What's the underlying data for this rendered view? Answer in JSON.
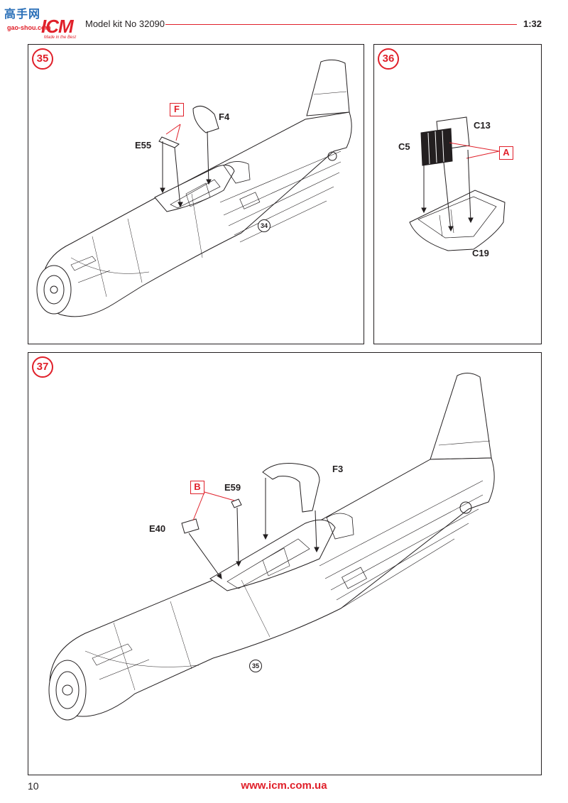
{
  "header": {
    "logo": {
      "watermark": "高手网",
      "brand": "ICM",
      "site": "gao-shou.com",
      "tagline": "Made in the Best"
    },
    "title": "Model kit No 32090",
    "scale": "1:32"
  },
  "steps": [
    {
      "number": "35",
      "parts": [
        "F4",
        "E55"
      ],
      "sprue": "F",
      "reference": "34"
    },
    {
      "number": "36",
      "parts": [
        "C13",
        "C5",
        "C19"
      ],
      "sprue": "A"
    },
    {
      "number": "37",
      "parts": [
        "F3",
        "E59",
        "E40"
      ],
      "sprue": "B",
      "reference": "35"
    }
  ],
  "footer": {
    "page_number": "10",
    "url": "www.icm.com.ua"
  },
  "colors": {
    "accent_red": "#e0202a",
    "line": "#231f20",
    "watermark_blue": "#2a6fb8"
  }
}
